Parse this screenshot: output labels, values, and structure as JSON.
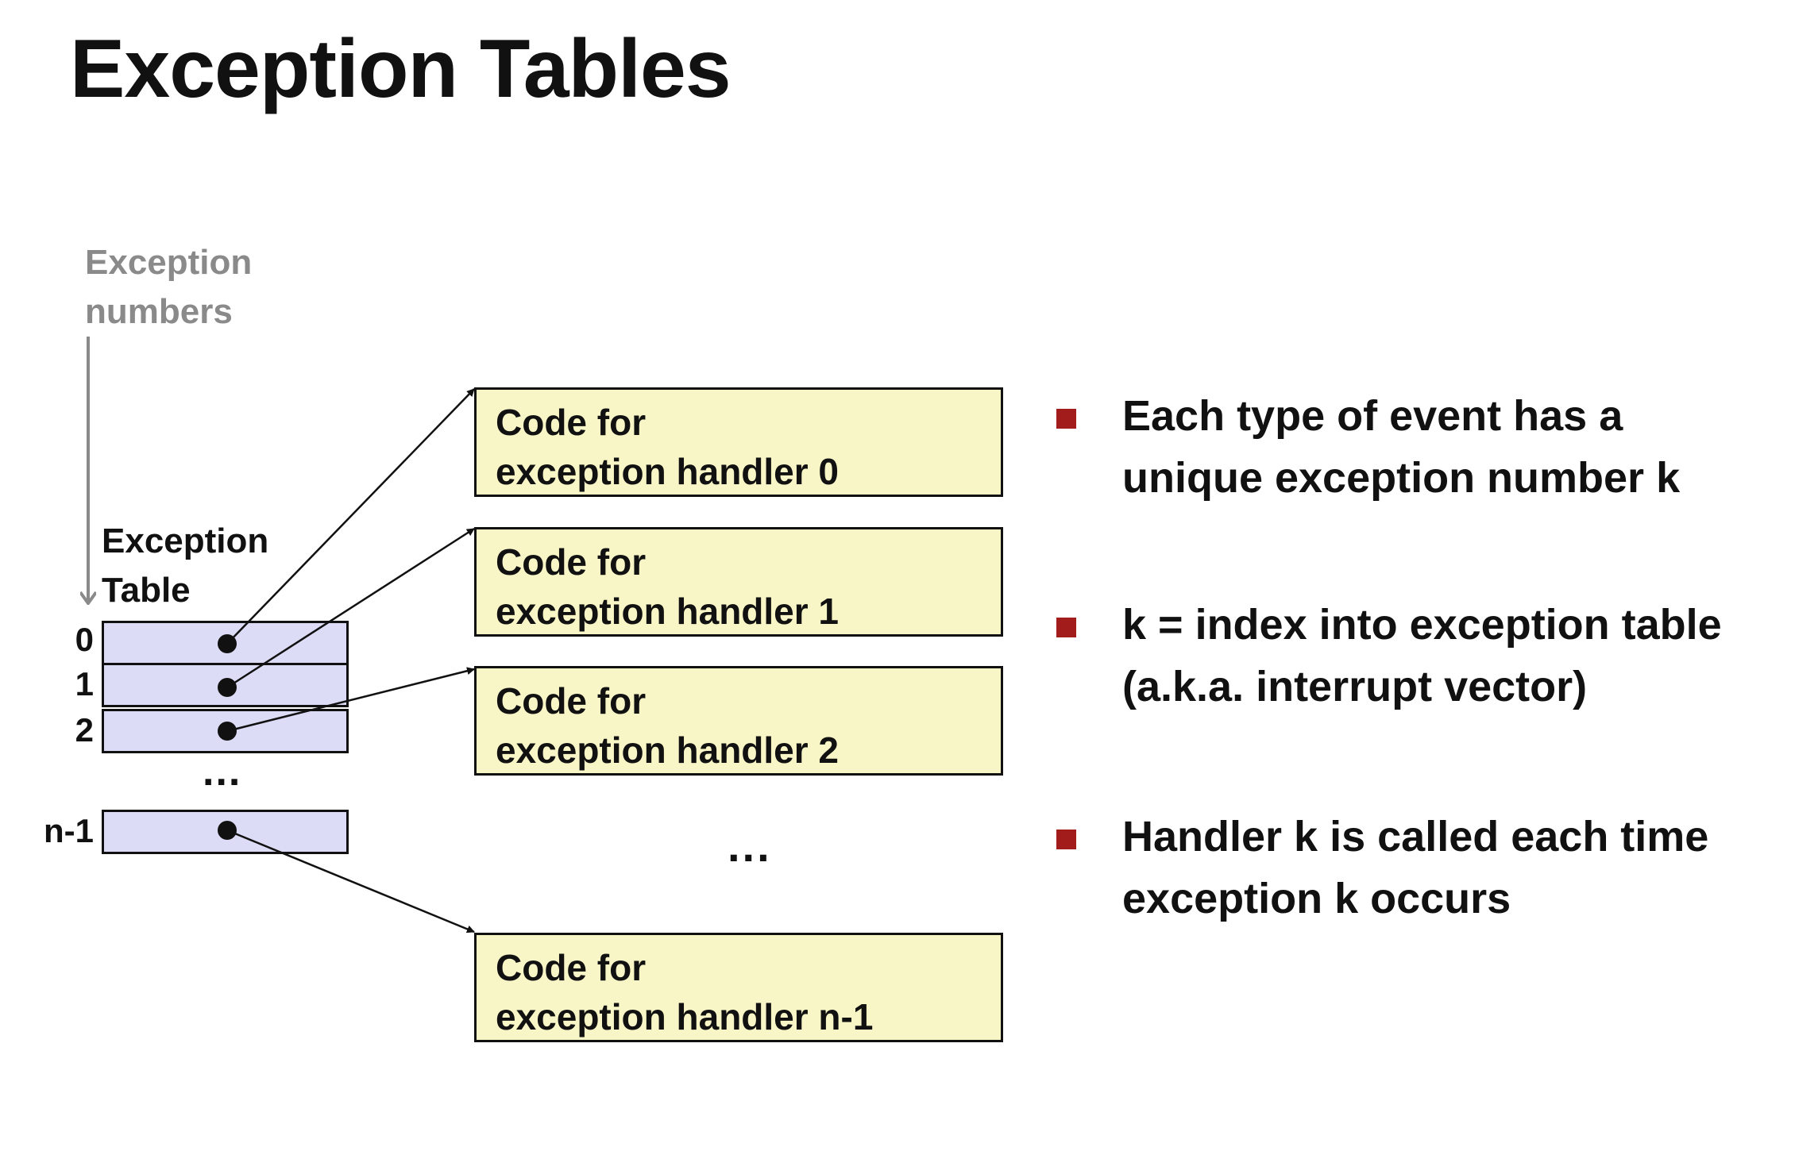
{
  "title": "Exception Tables",
  "diagram": {
    "exception_numbers_label": [
      "Exception",
      "numbers"
    ],
    "exception_table_label": [
      "Exception",
      "Table"
    ],
    "table_rows": [
      {
        "index": "0"
      },
      {
        "index": "1"
      },
      {
        "index": "2"
      },
      {
        "index": "n-1"
      }
    ],
    "table_ellipsis": "...",
    "handlers": [
      {
        "line1": "Code for",
        "line2": "exception handler 0"
      },
      {
        "line1": "Code for",
        "line2": "exception handler 1"
      },
      {
        "line1": "Code for",
        "line2": "exception handler 2"
      },
      {
        "line1": "Code for",
        "line2": "exception handler n-1"
      }
    ],
    "handlers_ellipsis": "..."
  },
  "bullets": [
    {
      "line1": "Each type of event has a",
      "line2": "unique exception number k"
    },
    {
      "line1": "k = index into exception table",
      "line2": "(a.k.a. interrupt vector)"
    },
    {
      "line1": "Handler k is called each time",
      "line2": "exception k occurs"
    }
  ],
  "colors": {
    "table_cell_fill": "#dcdcf6",
    "handler_fill": "#f8f5c6",
    "bullet_color": "#a31c1c",
    "numbers_arrow_color": "#8a8a8a"
  }
}
